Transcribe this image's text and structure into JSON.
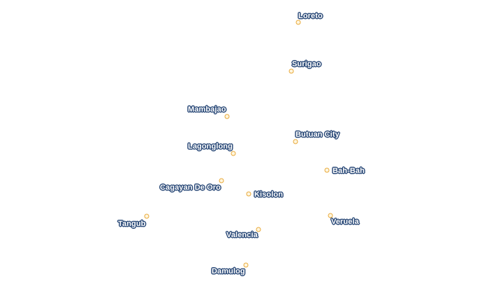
{
  "map": {
    "marker_color": "#e8a93a",
    "label_halo_color": "#2b4a78",
    "places": [
      {
        "id": "loreto",
        "name": "Loreto"
      },
      {
        "id": "surigao",
        "name": "Surigao"
      },
      {
        "id": "mambajao",
        "name": "Mambajao"
      },
      {
        "id": "butuan-city",
        "name": "Butuan City"
      },
      {
        "id": "lagonglong",
        "name": "Lagonglong"
      },
      {
        "id": "bah-bah",
        "name": "Bah-Bah"
      },
      {
        "id": "cagayan-de-oro",
        "name": "Cagayan De Oro"
      },
      {
        "id": "kisolon",
        "name": "Kisolon"
      },
      {
        "id": "tangub",
        "name": "Tangub"
      },
      {
        "id": "veruela",
        "name": "Veruela"
      },
      {
        "id": "valencia",
        "name": "Valencia"
      },
      {
        "id": "damulog",
        "name": "Damulog"
      }
    ]
  }
}
